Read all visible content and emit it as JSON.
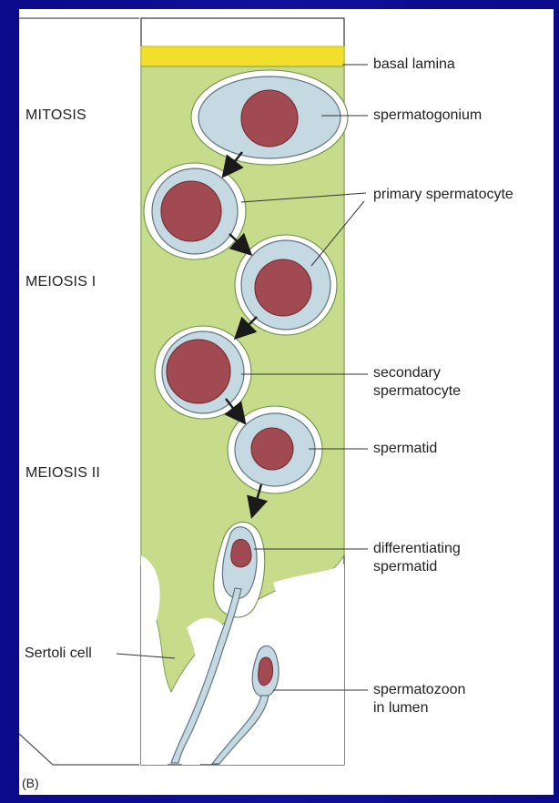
{
  "figure": {
    "panel_letter": "(B)",
    "stages": {
      "mitosis": "MITOSIS",
      "meiosis1": "MEIOSIS I",
      "meiosis2": "MEIOSIS II"
    },
    "labels": {
      "basal_lamina": "basal lamina",
      "spermatogonium": "spermatogonium",
      "primary_spermatocyte": "primary spermatocyte",
      "secondary_spermatocyte_line1": "secondary",
      "secondary_spermatocyte_line2": "spermatocyte",
      "spermatid": "spermatid",
      "differentiating_line1": "differentiating",
      "differentiating_line2": "spermatid",
      "sertoli_cell": "Sertoli cell",
      "spermatozoon_line1": "spermatozoon",
      "spermatozoon_line2": "in lumen"
    }
  },
  "colors": {
    "background": "#0b0e86",
    "panel": "#ffffff",
    "basal_lamina": "#f2df2c",
    "sertoli_cytoplasm": "#c6dc8a",
    "cell_body": "#c5d9e2",
    "nucleus": "#a14a52",
    "arrow": "#1a1a1a"
  }
}
